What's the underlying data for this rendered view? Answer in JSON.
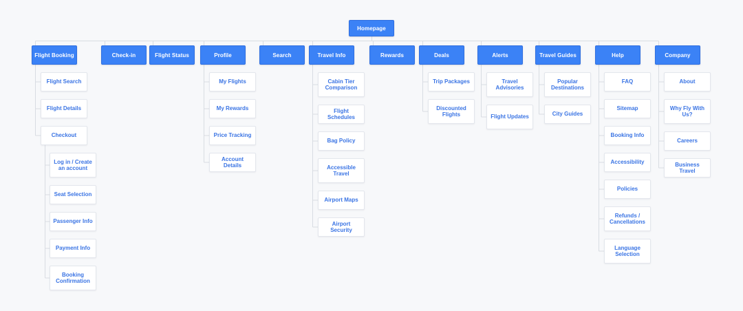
{
  "diagram": {
    "type": "sitemap-tree",
    "root": {
      "label": "Homepage"
    },
    "sections": [
      {
        "label": "Flight Booking",
        "children": [
          {
            "label": "Flight Search"
          },
          {
            "label": "Flight Details"
          },
          {
            "label": "Checkout",
            "children": [
              {
                "label": "Log in / Create an account"
              },
              {
                "label": "Seat Selection"
              },
              {
                "label": "Passenger Info"
              },
              {
                "label": "Payment Info"
              },
              {
                "label": "Booking Confirmation"
              }
            ]
          }
        ]
      },
      {
        "label": "Check-in",
        "children": []
      },
      {
        "label": "Flight Status",
        "children": []
      },
      {
        "label": "Profile",
        "children": [
          {
            "label": "My Flights"
          },
          {
            "label": "My Rewards"
          },
          {
            "label": "Price Tracking"
          },
          {
            "label": "Account Details"
          }
        ]
      },
      {
        "label": "Search",
        "children": []
      },
      {
        "label": "Travel Info",
        "children": [
          {
            "label": "Cabin Tier Comparison"
          },
          {
            "label": "Flight Schedules"
          },
          {
            "label": "Bag Policy"
          },
          {
            "label": "Accessible Travel"
          },
          {
            "label": "Airport Maps"
          },
          {
            "label": "Airport Security"
          }
        ]
      },
      {
        "label": "Rewards",
        "children": []
      },
      {
        "label": "Deals",
        "children": [
          {
            "label": "Trip Packages"
          },
          {
            "label": "Discounted Flights"
          }
        ]
      },
      {
        "label": "Alerts",
        "children": [
          {
            "label": "Travel Advisories"
          },
          {
            "label": "Flight Updates"
          }
        ]
      },
      {
        "label": "Travel Guides",
        "children": [
          {
            "label": "Popular Destinations"
          },
          {
            "label": "City Guides"
          }
        ]
      },
      {
        "label": "Help",
        "children": [
          {
            "label": "FAQ"
          },
          {
            "label": "Sitemap"
          },
          {
            "label": "Booking Info"
          },
          {
            "label": "Accessibility"
          },
          {
            "label": "Policies"
          },
          {
            "label": "Refunds / Cancellations"
          },
          {
            "label": "Language Selection"
          }
        ]
      },
      {
        "label": "Company",
        "children": [
          {
            "label": "About"
          },
          {
            "label": "Why Fly With Us?"
          },
          {
            "label": "Careers"
          },
          {
            "label": "Business Travel"
          }
        ]
      }
    ]
  },
  "colors": {
    "background": "#f7f8fa",
    "branch_fill": "#3b82f6",
    "branch_border": "#2f6fe0",
    "branch_text": "#ffffff",
    "leaf_fill": "#ffffff",
    "leaf_border": "#e3e6ec",
    "leaf_text": "#3a74e4",
    "connector": "#d8dce2"
  }
}
